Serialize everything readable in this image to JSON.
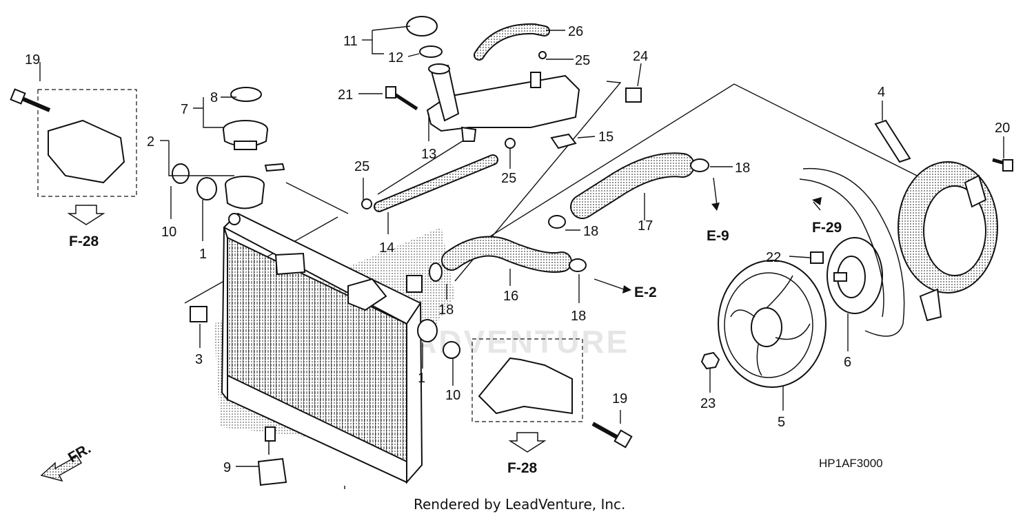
{
  "diagram": {
    "part_code": "HP1AF3000",
    "credit": "Rendered by LeadVenture, Inc.",
    "watermark": "ADVENTURE",
    "front_marker": "FR.",
    "references": {
      "f28_left": "F-28",
      "f28_bottom": "F-28",
      "f29": "F-29",
      "e9": "E-9",
      "e2": "E-2"
    },
    "callouts": {
      "c1a": "1",
      "c1b": "1",
      "c2": "2",
      "c3": "3",
      "c4": "4",
      "c5": "5",
      "c6": "6",
      "c7": "7",
      "c8": "8",
      "c9": "9",
      "c10a": "10",
      "c10b": "10",
      "c11": "11",
      "c12": "12",
      "c13": "13",
      "c14": "14",
      "c15": "15",
      "c16": "16",
      "c17": "17",
      "c18a": "18",
      "c18b": "18",
      "c18c": "18",
      "c18d": "18",
      "c19a": "19",
      "c19b": "19",
      "c20": "20",
      "c21": "21",
      "c22": "22",
      "c23": "23",
      "c24": "24",
      "c25a": "25",
      "c25b": "25",
      "c25c": "25",
      "c26": "26"
    }
  }
}
